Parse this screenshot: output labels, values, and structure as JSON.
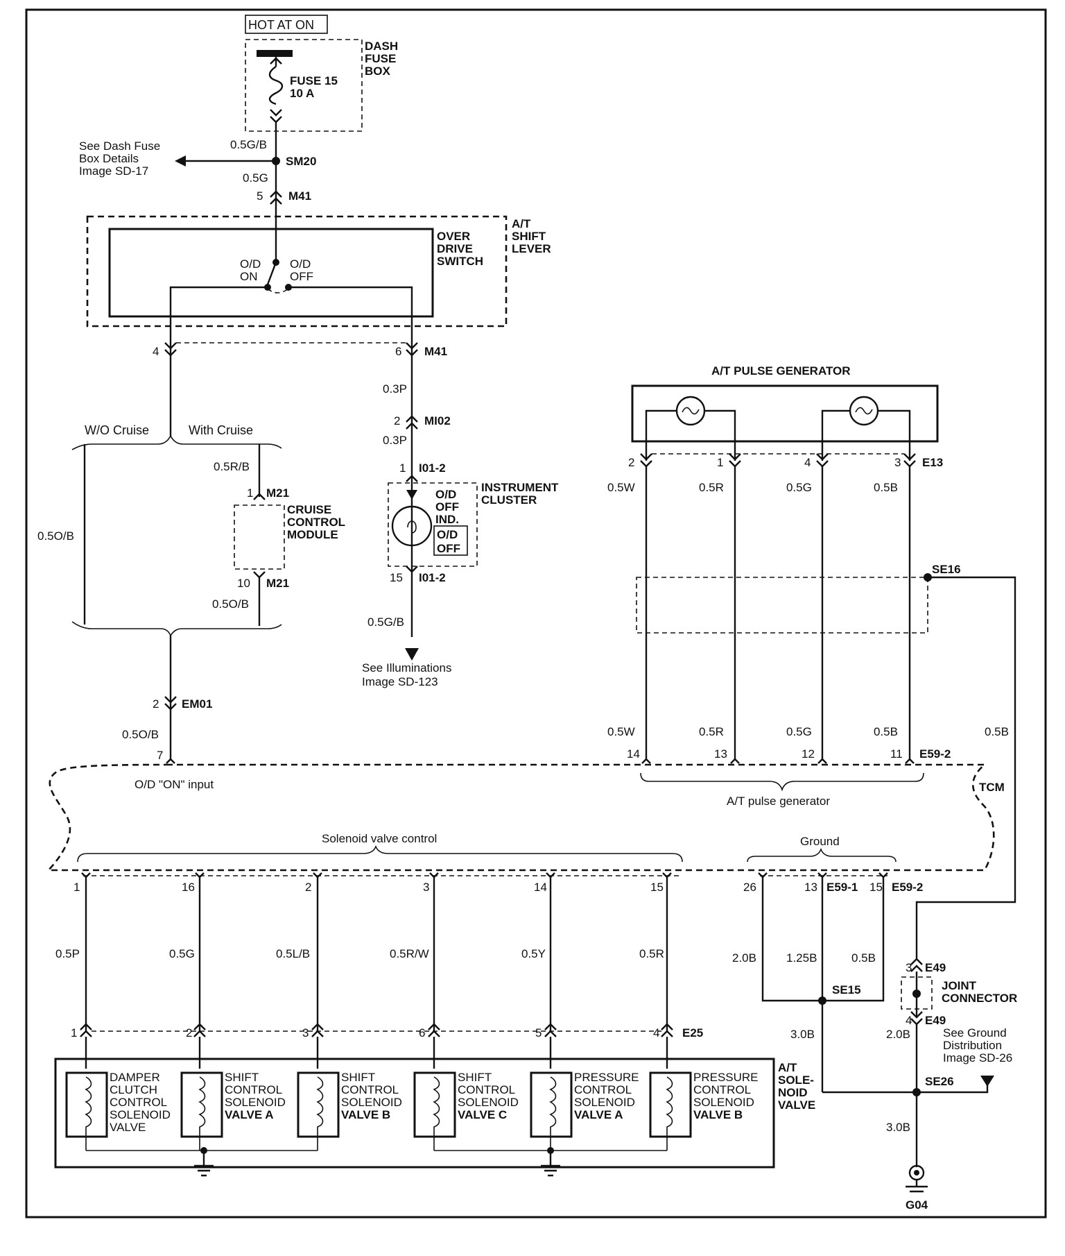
{
  "power": {
    "hot_at_on": "HOT AT ON",
    "dash_fuse_box": [
      "DASH",
      "FUSE",
      "BOX"
    ],
    "fuse": [
      "FUSE 15",
      "10 A"
    ]
  },
  "splice_sm20": {
    "name": "SM20",
    "wire_in": "0.5G/B",
    "wire_out": "0.5G",
    "see_note": [
      "See Dash Fuse",
      "Box Details",
      "Image  SD-17"
    ]
  },
  "connector_m41_top": {
    "name": "M41",
    "pin": "5"
  },
  "shift_lever": {
    "label": [
      "A/T",
      "SHIFT",
      "LEVER"
    ],
    "switch_label": [
      "OVER",
      "DRIVE",
      "SWITCH"
    ],
    "od_on": [
      "O/D",
      "ON"
    ],
    "od_off": [
      "O/D",
      "OFF"
    ]
  },
  "connector_m41_bottom": {
    "name": "M41",
    "pin_left": "4",
    "pin_right": "6"
  },
  "branch": {
    "wo_cruise": "W/O Cruise",
    "with_cruise": "With Cruise",
    "wo_wire": "0.5O/B"
  },
  "cruise": {
    "wire_in": "0.5R/B",
    "connector": "M21",
    "pin_in": "1",
    "label": [
      "CRUISE",
      "CONTROL",
      "MODULE"
    ],
    "pin_out": "10",
    "wire_out": "0.5O/B"
  },
  "em01": {
    "name": "EM01",
    "pin": "2",
    "wire": "0.5O/B"
  },
  "indicator_path": {
    "wire1": "0.3P",
    "mi02": "MI02",
    "mi02_pin": "2",
    "wire2": "0.3P",
    "i01_name": "I01-2",
    "i01_pin_in": "1",
    "i01_pin_out": "15",
    "cluster_label": [
      "INSTRUMENT",
      "CLUSTER"
    ],
    "indicator_label": [
      "O/D",
      "OFF",
      "IND."
    ],
    "boxed_label": [
      "O/D",
      "OFF"
    ],
    "wire_out": "0.5G/B",
    "see_note": [
      "See Illuminations",
      "Image  SD-123"
    ]
  },
  "pulse_generator": {
    "title": "A/T PULSE GENERATOR",
    "connector": "E13",
    "pins": [
      "2",
      "1",
      "4",
      "3"
    ],
    "wires": [
      "0.5W",
      "0.5R",
      "0.5G",
      "0.5B"
    ],
    "tcm_pins": [
      "14",
      "13",
      "12",
      "11"
    ],
    "tcm_connector": "E59-2",
    "shield_splice": "SE16",
    "shield_wire": "0.5B",
    "group_label": "A/T pulse generator"
  },
  "tcm": {
    "label": "TCM",
    "od_pin": "7",
    "od_input": "O/D \"ON\" input",
    "solenoid_group": "Solenoid valve control",
    "ground_group": "Ground",
    "solenoid_pins": [
      "1",
      "16",
      "2",
      "3",
      "14",
      "15"
    ],
    "solenoid_wires": [
      "0.5P",
      "0.5G",
      "0.5L/B",
      "0.5R/W",
      "0.5Y",
      "0.5R"
    ],
    "ground_pins": [
      "26",
      "13",
      "15"
    ],
    "ground_connectors": [
      "E59-1",
      "E59-2"
    ],
    "ground_wires": [
      "2.0B",
      "1.25B",
      "0.5B"
    ]
  },
  "e25": {
    "name": "E25",
    "pins": [
      "1",
      "2",
      "3",
      "6",
      "5",
      "4"
    ]
  },
  "solenoid_valve": {
    "label": [
      "A/T",
      "SOLE-",
      "NOID",
      "VALVE"
    ],
    "valves": [
      [
        "DAMPER",
        "CLUTCH",
        "CONTROL",
        "SOLENOID",
        "VALVE"
      ],
      [
        "SHIFT",
        "CONTROL",
        "SOLENOID",
        "VALVE A"
      ],
      [
        "SHIFT",
        "CONTROL",
        "SOLENOID",
        "VALVE B"
      ],
      [
        "SHIFT",
        "CONTROL",
        "SOLENOID",
        "VALVE C"
      ],
      [
        "PRESSURE",
        "CONTROL",
        "SOLENOID",
        "VALVE A"
      ],
      [
        "PRESSURE",
        "CONTROL",
        "SOLENOID",
        "VALVE B"
      ]
    ]
  },
  "ground": {
    "se15": "SE15",
    "se15_wire": "3.0B",
    "e49": "E49",
    "e49_pin_top": "3",
    "e49_pin_bottom": "4",
    "joint_label": [
      "JOINT",
      "CONNECTOR"
    ],
    "e49_wire": "2.0B",
    "see_note": [
      "See Ground",
      "Distribution",
      "Image  SD-26"
    ],
    "se26": "SE26",
    "se26_wire": "3.0B",
    "g04": "G04"
  }
}
